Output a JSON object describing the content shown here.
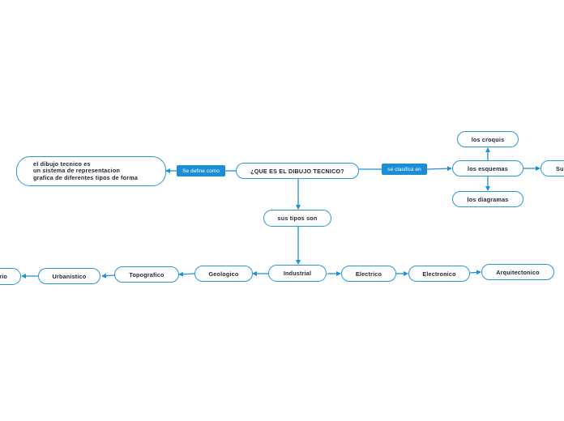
{
  "colors": {
    "accent": "#1b8ed6",
    "border": "#2a97d6",
    "line": "#1e90d8"
  },
  "nodes": {
    "main": "¿QUE ES EL DIBUJO TECNICO?",
    "definition": "el dibujo tecnico es\nun sistema de representacion\ngrafica de diferentes tipos de forma",
    "sus_tipos": "sus tipos son",
    "los_esquemas": "los esquemas",
    "los_croquis": "los croquis",
    "los_diagramas": "los diagramas",
    "sub_cut": "Sub",
    "industrial": "Industrial",
    "geologico": "Geologico",
    "topografico": "Topografico",
    "urbanistico": "Urbanistico",
    "left_cut": "rio",
    "electrico": "Electrico",
    "electronico": "Electronico",
    "arquitectonico": "Arquitectonico"
  },
  "links": {
    "define": "Se define como",
    "clasifica": "se clasifica en"
  }
}
